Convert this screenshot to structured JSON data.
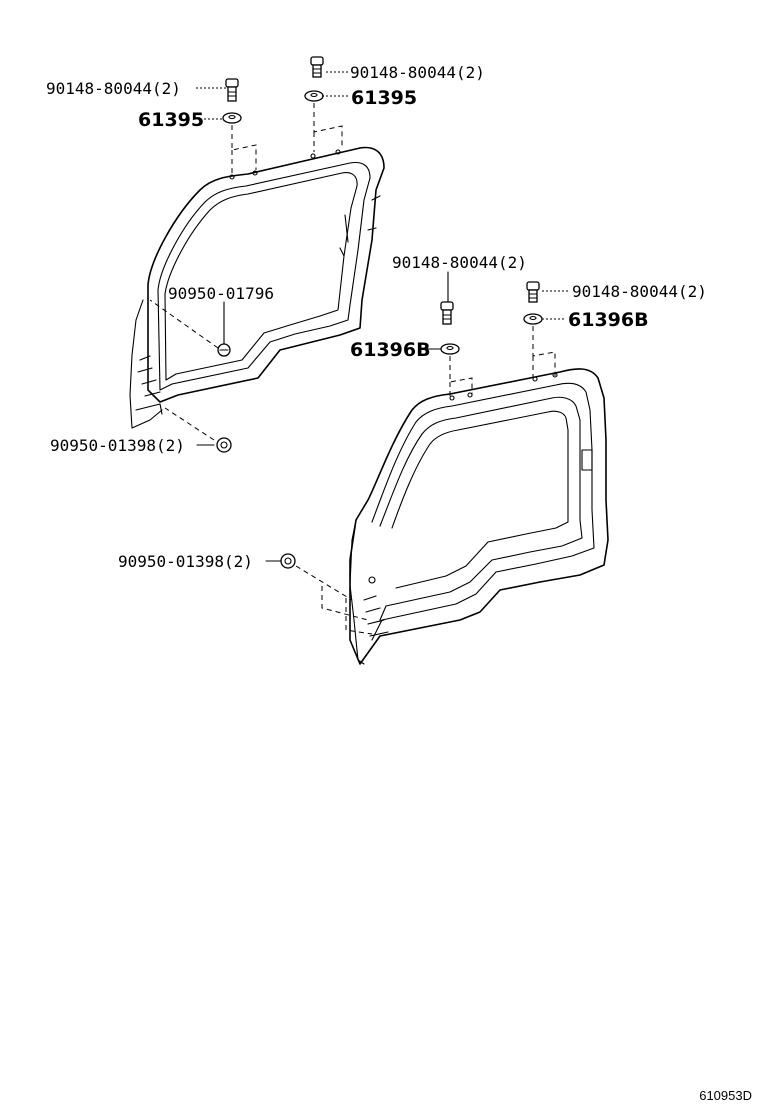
{
  "labels": {
    "front_top_bolt": "90148-80044(2)",
    "front_top_washer": "61395",
    "front_left_bolt": "90148-80044(2)",
    "front_left_washer": "61395",
    "front_clip": "90950-01796",
    "front_bottom_clip": "90950-01398(2)",
    "rear_bolt_center": "90148-80044(2)",
    "rear_bolt_right": "90148-80044(2)",
    "rear_washer_right": "61396B",
    "rear_washer_center": "61396B",
    "rear_bottom_clip": "90950-01398(2)"
  },
  "figure_code": "610953D"
}
